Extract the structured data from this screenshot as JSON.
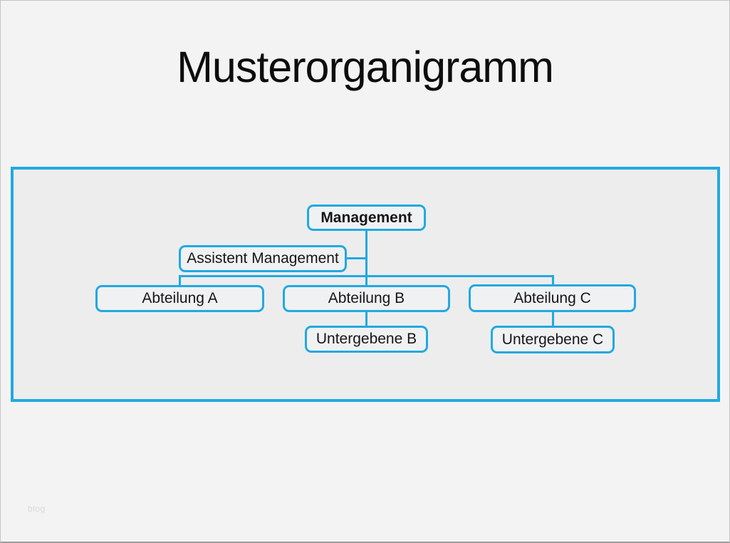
{
  "page": {
    "title": "Musterorganigramm",
    "watermark": "blog"
  },
  "colors": {
    "accent": "#22a9e0",
    "page_background": "#f3f3f4",
    "frame_background": "#ededee",
    "node_background": "#f0f1f2",
    "text": "#161616"
  },
  "orgchart": {
    "nodes": [
      {
        "id": "management",
        "label": "Management",
        "bold": true,
        "parent": null
      },
      {
        "id": "assistent",
        "label": "Assistent Management",
        "bold": false,
        "parent": "management",
        "role": "assistant"
      },
      {
        "id": "abt-a",
        "label": "Abteilung A",
        "bold": false,
        "parent": "management"
      },
      {
        "id": "abt-b",
        "label": "Abteilung B",
        "bold": false,
        "parent": "management"
      },
      {
        "id": "abt-c",
        "label": "Abteilung C",
        "bold": false,
        "parent": "management"
      },
      {
        "id": "unt-b",
        "label": "Untergebene B",
        "bold": false,
        "parent": "abt-b"
      },
      {
        "id": "unt-c",
        "label": "Untergebene C",
        "bold": false,
        "parent": "abt-c"
      }
    ]
  }
}
